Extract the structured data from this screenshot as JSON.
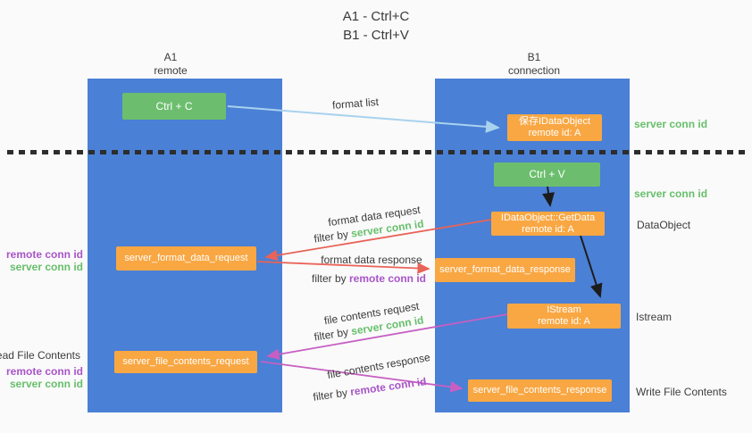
{
  "title": {
    "line1": "A1 - Ctrl+C",
    "line2": "B1 - Ctrl+V"
  },
  "columns": {
    "left": {
      "id": "A1",
      "sub": "remote"
    },
    "right": {
      "id": "B1",
      "sub": "connection"
    }
  },
  "boxes": {
    "ctrl_c": "Ctrl + C",
    "ctrl_v": "Ctrl + V",
    "save_dataobject": {
      "line1": "保存IDataObject",
      "line2": "remote id: A"
    },
    "getdata": {
      "line1": "IDataObject::GetData",
      "line2": "remote id: A"
    },
    "istream": {
      "line1": "IStream",
      "line2": "remote id: A"
    },
    "format_request": "server_format_data_request",
    "format_response": "server_format_data_response",
    "file_request": "server_file_contents_request",
    "file_response": "server_file_contents_response"
  },
  "flow_labels": {
    "format_list": "format list",
    "format_data_request": "format data request",
    "format_data_response": "format data response",
    "file_contents_request": "file contents request",
    "file_contents_response": "file contents response",
    "filter_by": "filter by ",
    "server_conn_id": "server conn id",
    "remote_conn_id": "remote conn id"
  },
  "side_labels": {
    "server_conn_id_top": "server conn id",
    "server_conn_id_mid": "server conn id",
    "dataobject": "DataObject",
    "istream": "Istream",
    "write_file_contents": "Write File Contents",
    "read_file_contents": "Read File Contents",
    "remote_conn_id_1": "remote conn id",
    "server_conn_id_1": "server conn id",
    "remote_conn_id_2": "remote conn id",
    "server_conn_id_2": "server conn id"
  },
  "colors": {
    "background": "#fafafa",
    "column_blue": "#4a80d5",
    "box_green": "#6cbe6e",
    "box_orange": "#f9a743",
    "green_text": "#67bf6b",
    "purple_text": "#a855c8",
    "red_arrow": "#e96358",
    "magenta_arrow": "#c75fc3",
    "light_blue_arrow": "#a8d2ee",
    "black_arrow": "#1c1c1c",
    "dark_text": "#3c3c3c"
  }
}
